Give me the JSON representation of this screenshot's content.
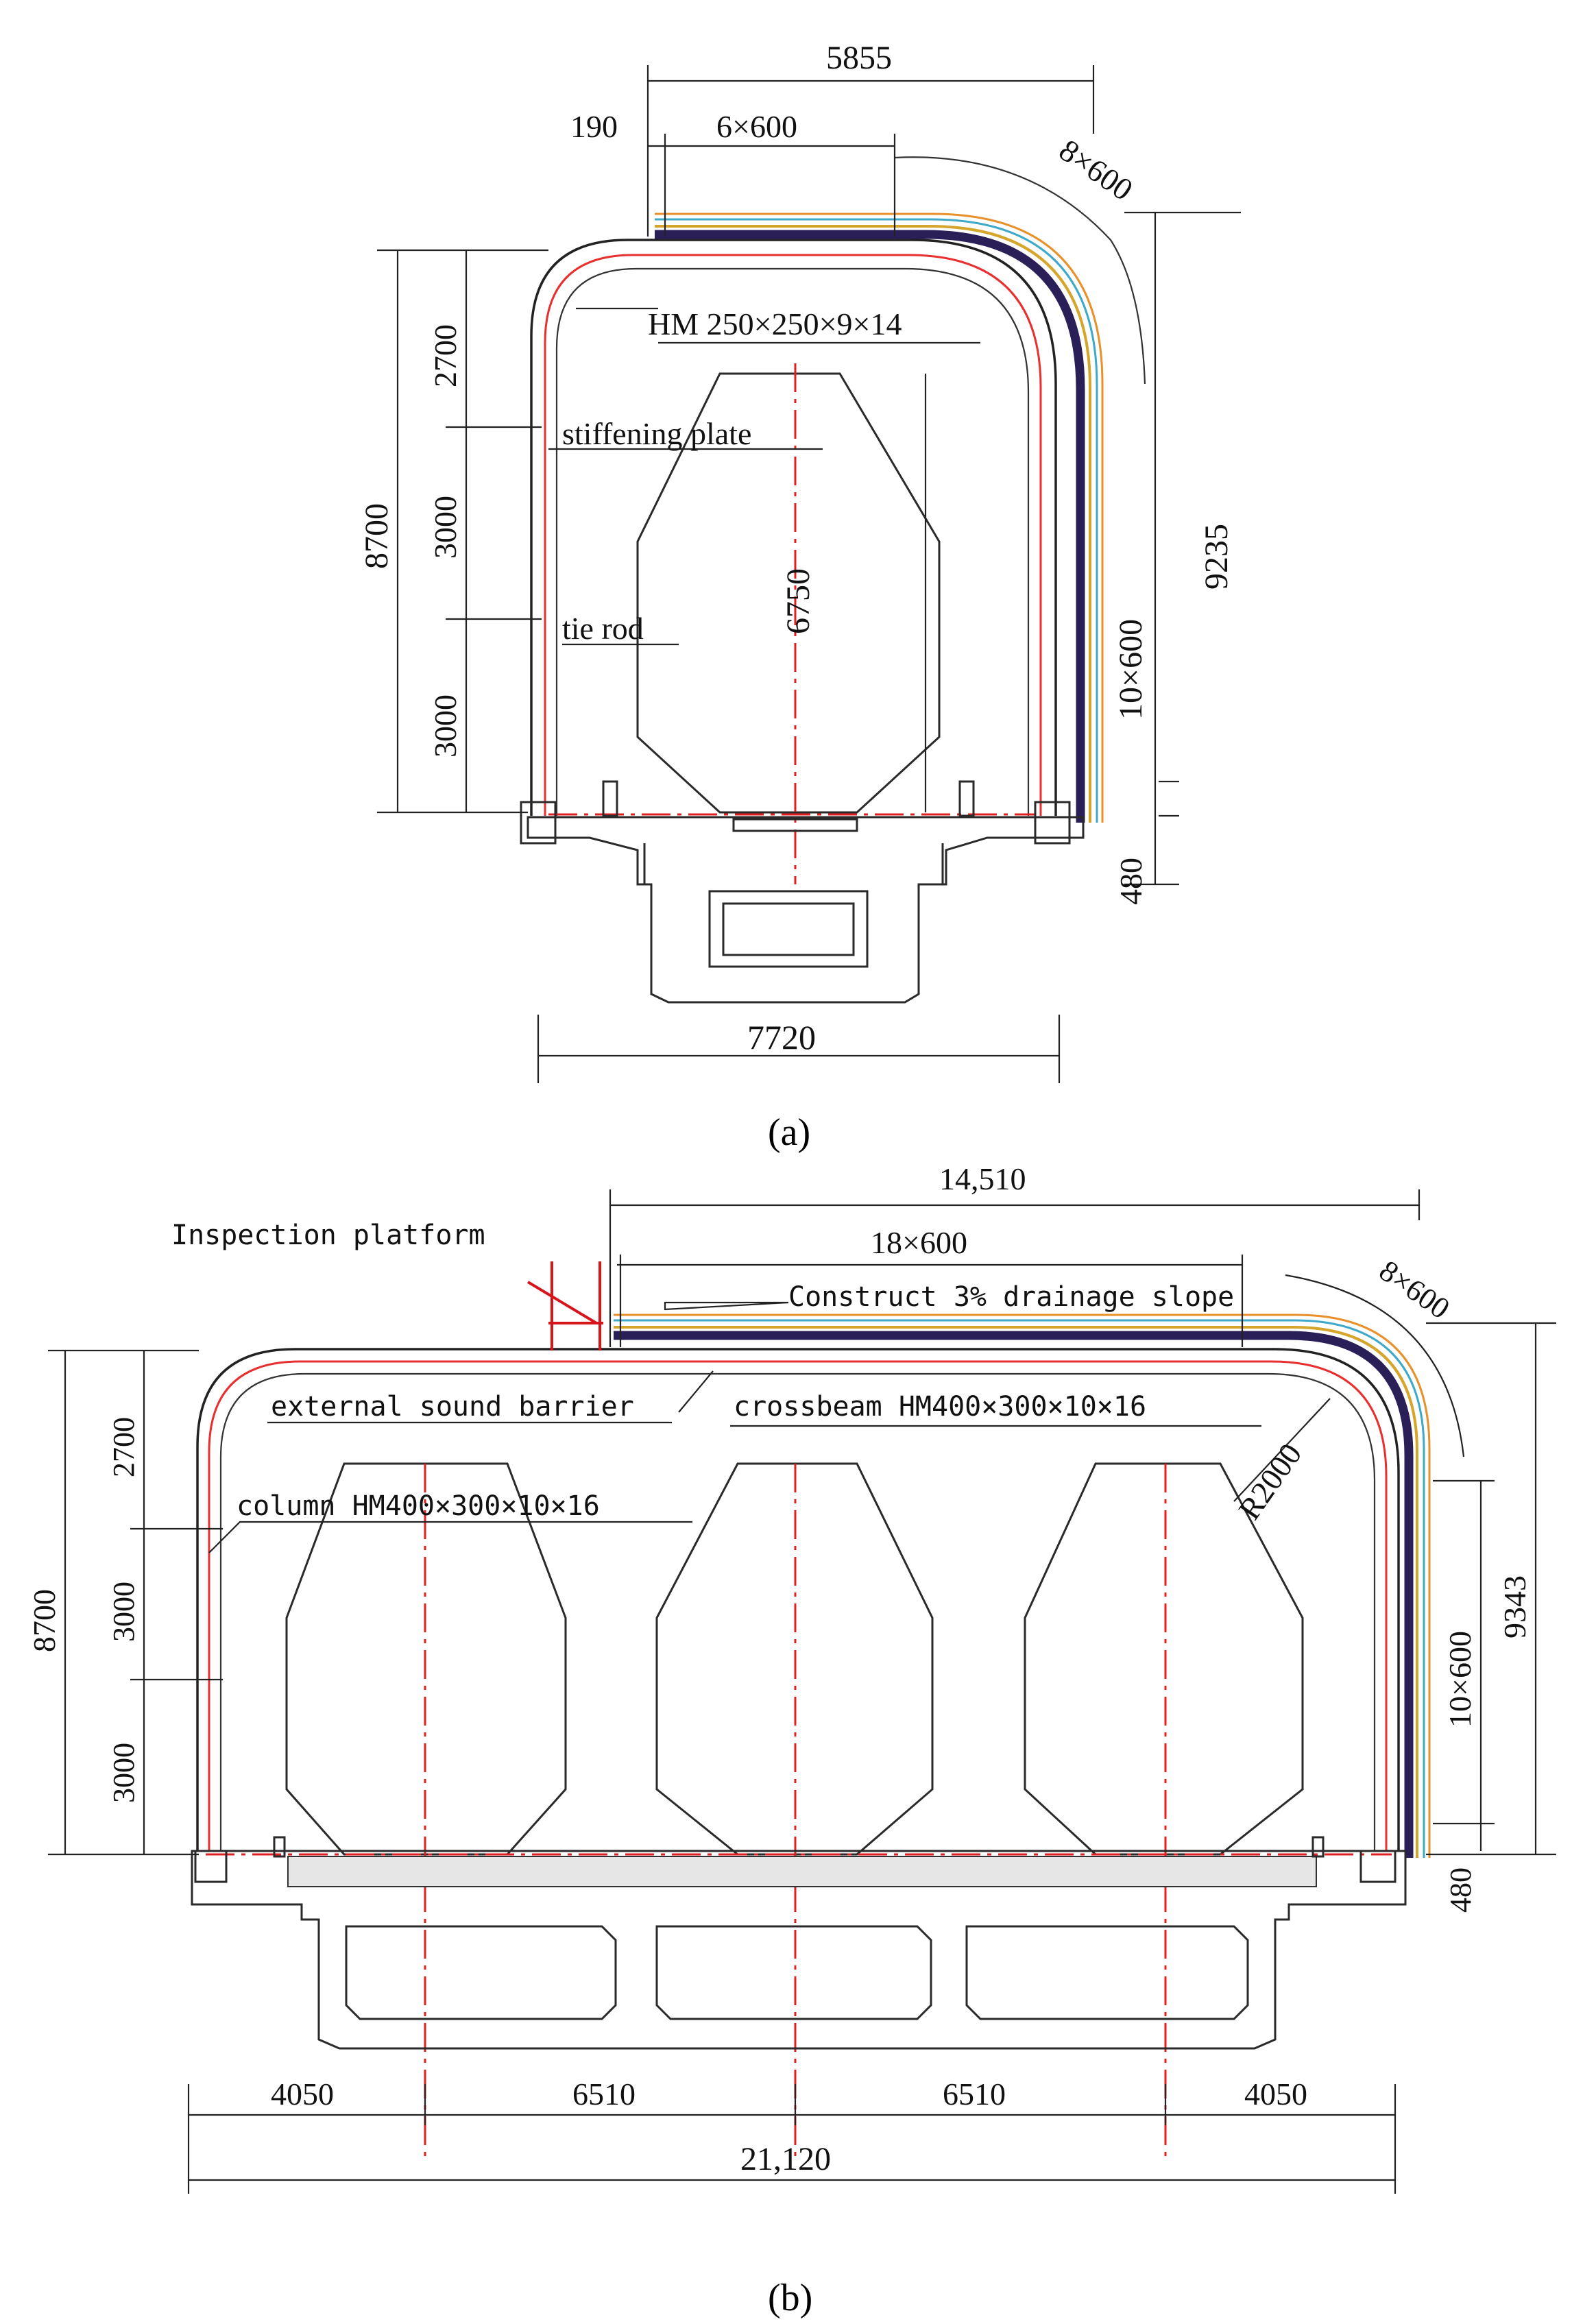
{
  "panel_a": {
    "caption": "(a)",
    "dims": {
      "top_total": "5855",
      "top_offset": "190",
      "top_spacing": "6×600",
      "curve_spacing": "8×600",
      "side_spacing": "10×600",
      "overall_height": "9235",
      "base_offset": "480",
      "left_total": "8700",
      "left_upper": "2700",
      "left_mid": "3000",
      "left_lower": "3000",
      "clearance": "6750",
      "bottom_width": "7720"
    },
    "labels": {
      "beam": "HM 250×250×9×14",
      "stiffener": "stiffening plate",
      "tie_rod": "tie rod"
    }
  },
  "panel_b": {
    "caption": "(b)",
    "dims": {
      "top_total": "14,510",
      "top_spacing": "18×600",
      "curve_spacing": "8×600",
      "side_spacing": "10×600",
      "overall_height": "9343",
      "base_offset": "480",
      "left_total": "8700",
      "left_upper": "2700",
      "left_mid": "3000",
      "left_lower": "3000",
      "radius": "R2000",
      "bottom_segments": [
        "4050",
        "6510",
        "6510",
        "4050"
      ],
      "bottom_total": "21,120"
    },
    "labels": {
      "platform": "Inspection platform",
      "drainage": "Construct 3% drainage slope",
      "barrier": "external sound barrier",
      "crossbeam": "crossbeam HM400×300×10×16",
      "column": "column HM400×300×10×16"
    }
  }
}
